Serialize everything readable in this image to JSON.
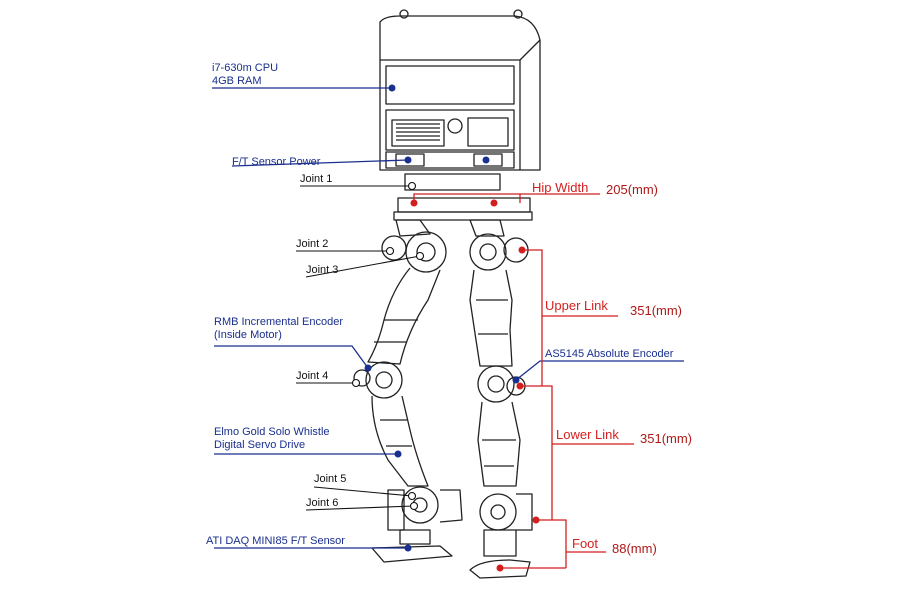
{
  "colors": {
    "blue_annotation": "#1a2f8f",
    "red_dimension": "#d41f1f",
    "drawing_line": "#222222"
  },
  "labels": {
    "cpu": [
      "i7-630m CPU",
      "4GB RAM"
    ],
    "ft_power": "F/T Sensor Power",
    "joint1": "Joint 1",
    "joint2": "Joint 2",
    "joint3": "Joint 3",
    "joint4": "Joint 4",
    "joint5": "Joint 5",
    "joint6": "Joint 6",
    "rmb": [
      "RMB Incremental Encoder",
      "(Inside Motor)"
    ],
    "elmo": [
      "Elmo Gold Solo Whistle",
      "Digital Servo Drive"
    ],
    "ati": "ATI DAQ MINI85 F/T Sensor",
    "as5145": "AS5145 Absolute Encoder"
  },
  "dimensions": {
    "hip_width": {
      "name": "Hip Width",
      "value": "205(mm)"
    },
    "upper_link": {
      "name": "Upper Link",
      "value": "351(mm)"
    },
    "lower_link": {
      "name": "Lower Link",
      "value": "351(mm)"
    },
    "foot": {
      "name": "Foot",
      "value": "88(mm)"
    }
  }
}
